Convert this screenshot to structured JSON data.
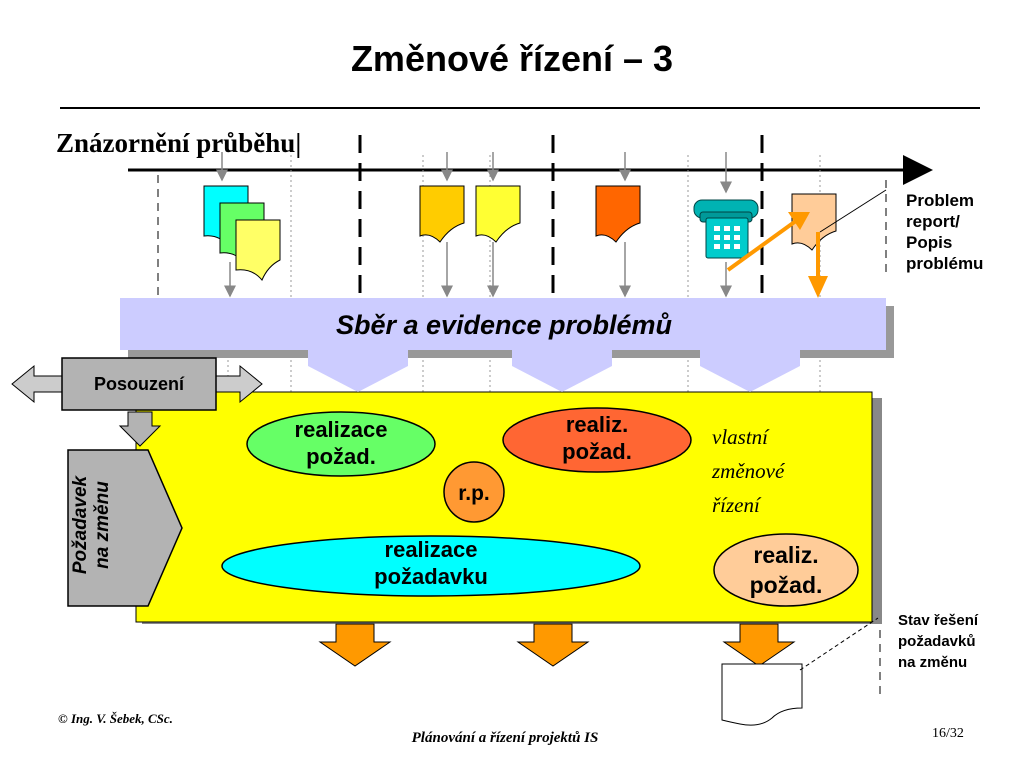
{
  "title": "Změnové řízení – 3",
  "subtitle": "Znázornění průběhu",
  "labels": {
    "problem_report": [
      "Problem",
      "report/",
      "Popis",
      "problému"
    ],
    "sber": "Sběr a evidence problémů",
    "posouzeni": "Posouzení",
    "pozadavek": [
      "Požadavek",
      "na změnu"
    ],
    "vlastni": [
      "vlastní",
      "změnové",
      "řízení"
    ],
    "stav": [
      "Stav řešení",
      "požadavků",
      "na změnu"
    ]
  },
  "ovals": {
    "o1": [
      "realizace",
      "požad."
    ],
    "o2": [
      "realiz.",
      "požad."
    ],
    "rp": "r.p.",
    "o3": [
      "realizace",
      "požadavku"
    ],
    "o4": [
      "realiz.",
      "požad."
    ]
  },
  "footer": {
    "author": "©   Ing. V. Šebek, CSc.",
    "course": "Plánování a řízení projektů IS",
    "page": "16/32"
  },
  "colors": {
    "yellow_box": "#ffff00",
    "lavender_bar": "#ccccff",
    "orange_arrow": "#ff9900",
    "oval_green": "#66ff66",
    "oval_orange": "#ff6633",
    "oval_cyan": "#00ffff",
    "oval_peach": "#ffcc99",
    "doc_cyan": "#00ffff",
    "doc_green": "#66ff66",
    "doc_yellow": "#ffff66",
    "doc_gold": "#ffcc00",
    "doc_red": "#ff6600",
    "doc_peach": "#ffcc99",
    "phone_teal": "#009999"
  },
  "icons": [
    "document-icon",
    "telephone-icon"
  ]
}
